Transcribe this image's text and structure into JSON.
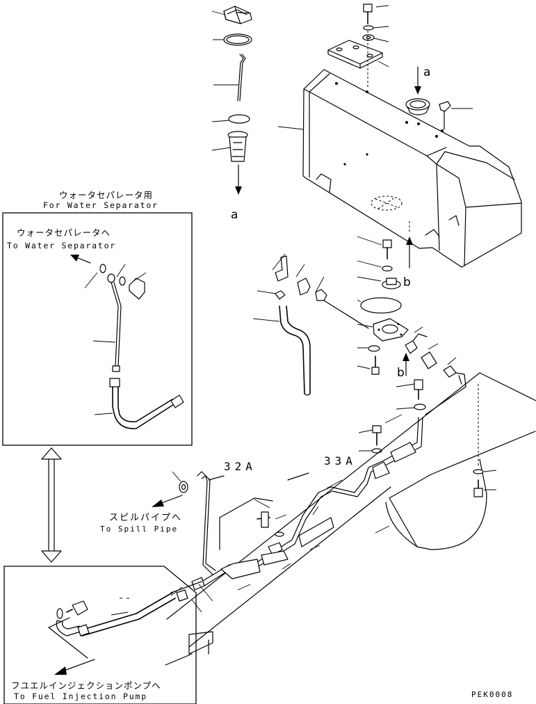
{
  "letters": {
    "a_top": "a",
    "a_tank": "a",
    "b_tank": "b",
    "b_line": "b"
  },
  "water_separator_box": {
    "title_jp": "ウォータセパレータ用",
    "title_en": "For Water Separator",
    "dest_jp": "ウォータセパレータへ",
    "dest_en": "To Water Separator"
  },
  "spill_pipe": {
    "dest_jp": "スピルパイプへ",
    "dest_en": "To Spill Pipe"
  },
  "injection_pump": {
    "dest_jp": "フユエルインジェクションポンプへ",
    "dest_en": "To Fuel Injection Pump"
  },
  "hoses": {
    "hose_32a": "32A",
    "hose_33a": "33A"
  },
  "figure_code": "PEK0008"
}
